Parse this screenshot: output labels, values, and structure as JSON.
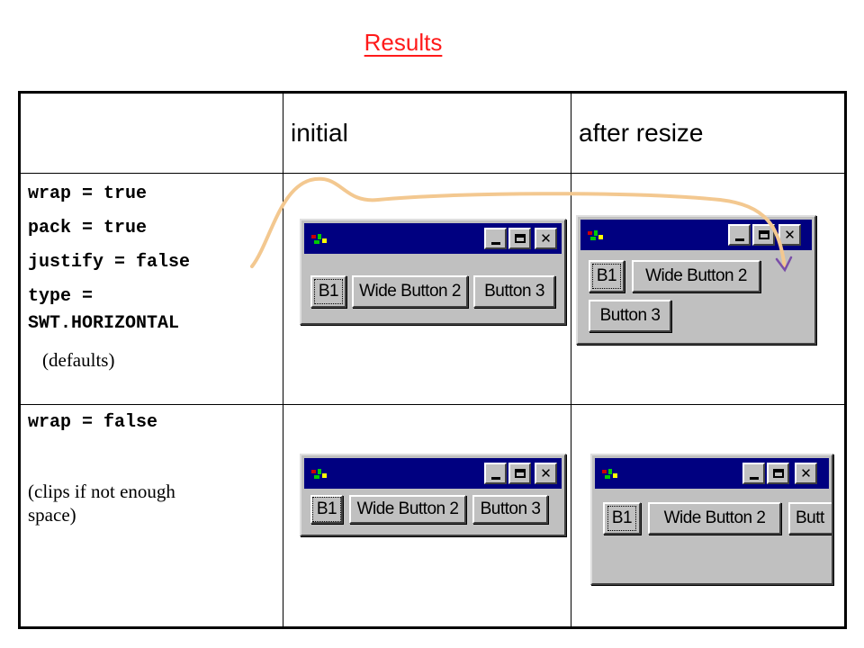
{
  "slide": {
    "title": "Results"
  },
  "table": {
    "headers": {
      "col_initial": "initial",
      "col_after": "after resize"
    },
    "row1": {
      "lines": [
        "wrap = true",
        "pack = true",
        "justify = false",
        "type =",
        "SWT.HORIZONTAL"
      ],
      "note": "(defaults)"
    },
    "row2": {
      "line": "wrap = false",
      "note_line1": "(clips if not enough",
      "note_line2": "space)"
    }
  },
  "window": {
    "minimize_glyph": "_",
    "maximize_glyph": "□",
    "close_glyph": "✕",
    "b1": "B1",
    "b2": "Wide Button 2",
    "b3": "Button 3",
    "b3_clipped": "Butt"
  },
  "colors": {
    "title_red": "#ff1a1a",
    "titlebar_blue": "#000080",
    "window_gray": "#c0c0c0",
    "arrow": "#f3c890"
  }
}
